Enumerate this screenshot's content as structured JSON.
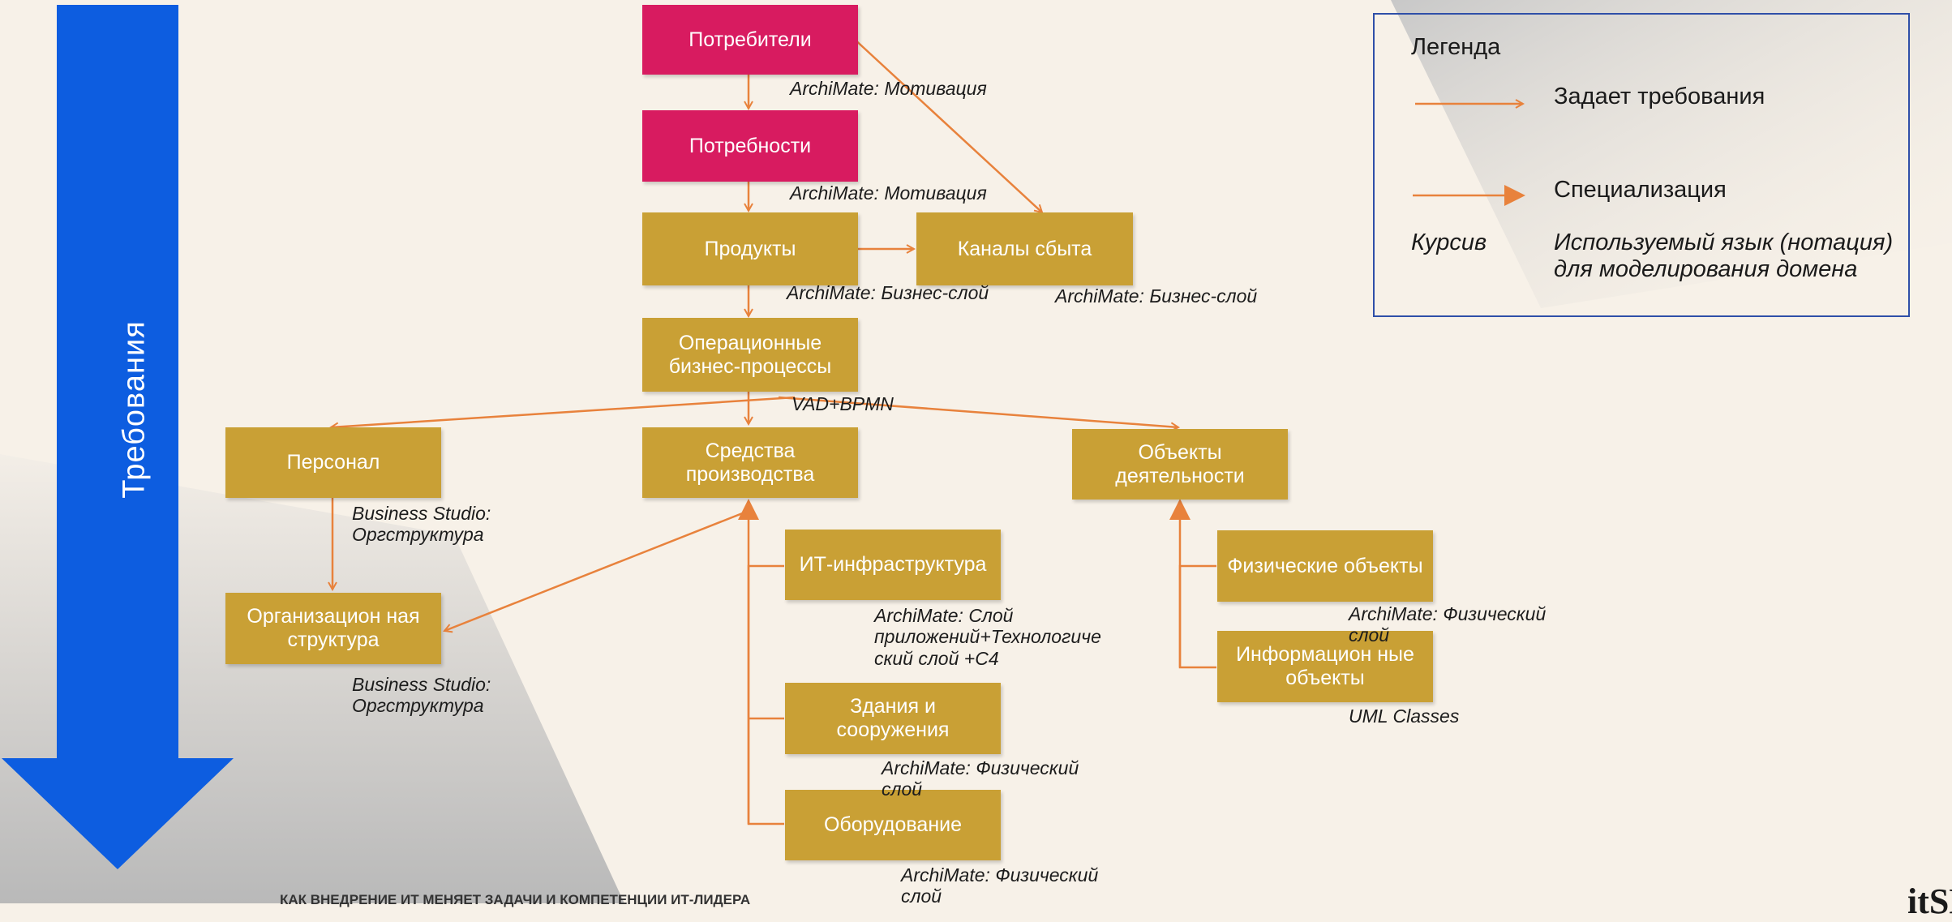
{
  "colors": {
    "background": "#f7f1e8",
    "requirements_arrow": "#0d5de0",
    "motivation_box": "#d81b60",
    "business_box": "#c9a035",
    "connector": "#e8823c",
    "legend_border": "#2f4fa8"
  },
  "requirements_arrow_label": "Требования",
  "nodes": {
    "consumers": "Потребители",
    "needs": "Потребности",
    "products": "Продукты",
    "channels": "Каналы сбыта",
    "operational": "Операционные бизнес-процессы",
    "personnel": "Персонал",
    "means": "Средства производства",
    "objects": "Объекты деятельности",
    "org_structure": "Организацион ная структура",
    "it": "ИТ-инфраструктура",
    "buildings": "Здания и сооружения",
    "equipment": "Оборудование",
    "physical": "Физические объекты",
    "information": "Информацион ные объекты"
  },
  "notations": {
    "consumers": "ArchiMate: Мотивация",
    "needs": "ArchiMate: Мотивация",
    "products": "ArchiMate: Бизнес-слой",
    "channels": "ArchiMate: Бизнес-слой",
    "operational": "VAD+BPMN",
    "personnel": "Business Studio:\nОргструктура",
    "org_structure": "Business Studio:\nОргструктура",
    "it": "ArchiMate: Слой\nприложений+Технологиче\nский слой +С4",
    "buildings": "ArchiMate: Физический\nслой",
    "equipment": "ArchiMate: Физический\nслой",
    "physical": "ArchiMate: Физический\nслой",
    "information": "UML Classes"
  },
  "legend": {
    "title": "Легенда",
    "requirement_label": "Задает требования",
    "specialization_label": "Специализация",
    "italic_key": "Курсив",
    "italic_desc": "Используемый язык (нотация) для моделирования домена"
  },
  "footer": {
    "note": "КАК ВНЕДРЕНИЕ ИТ МЕНЯЕТ ЗАДАЧИ И КОМПЕТЕНЦИИ ИТ-ЛИДЕРА",
    "logo": "itSMF"
  }
}
